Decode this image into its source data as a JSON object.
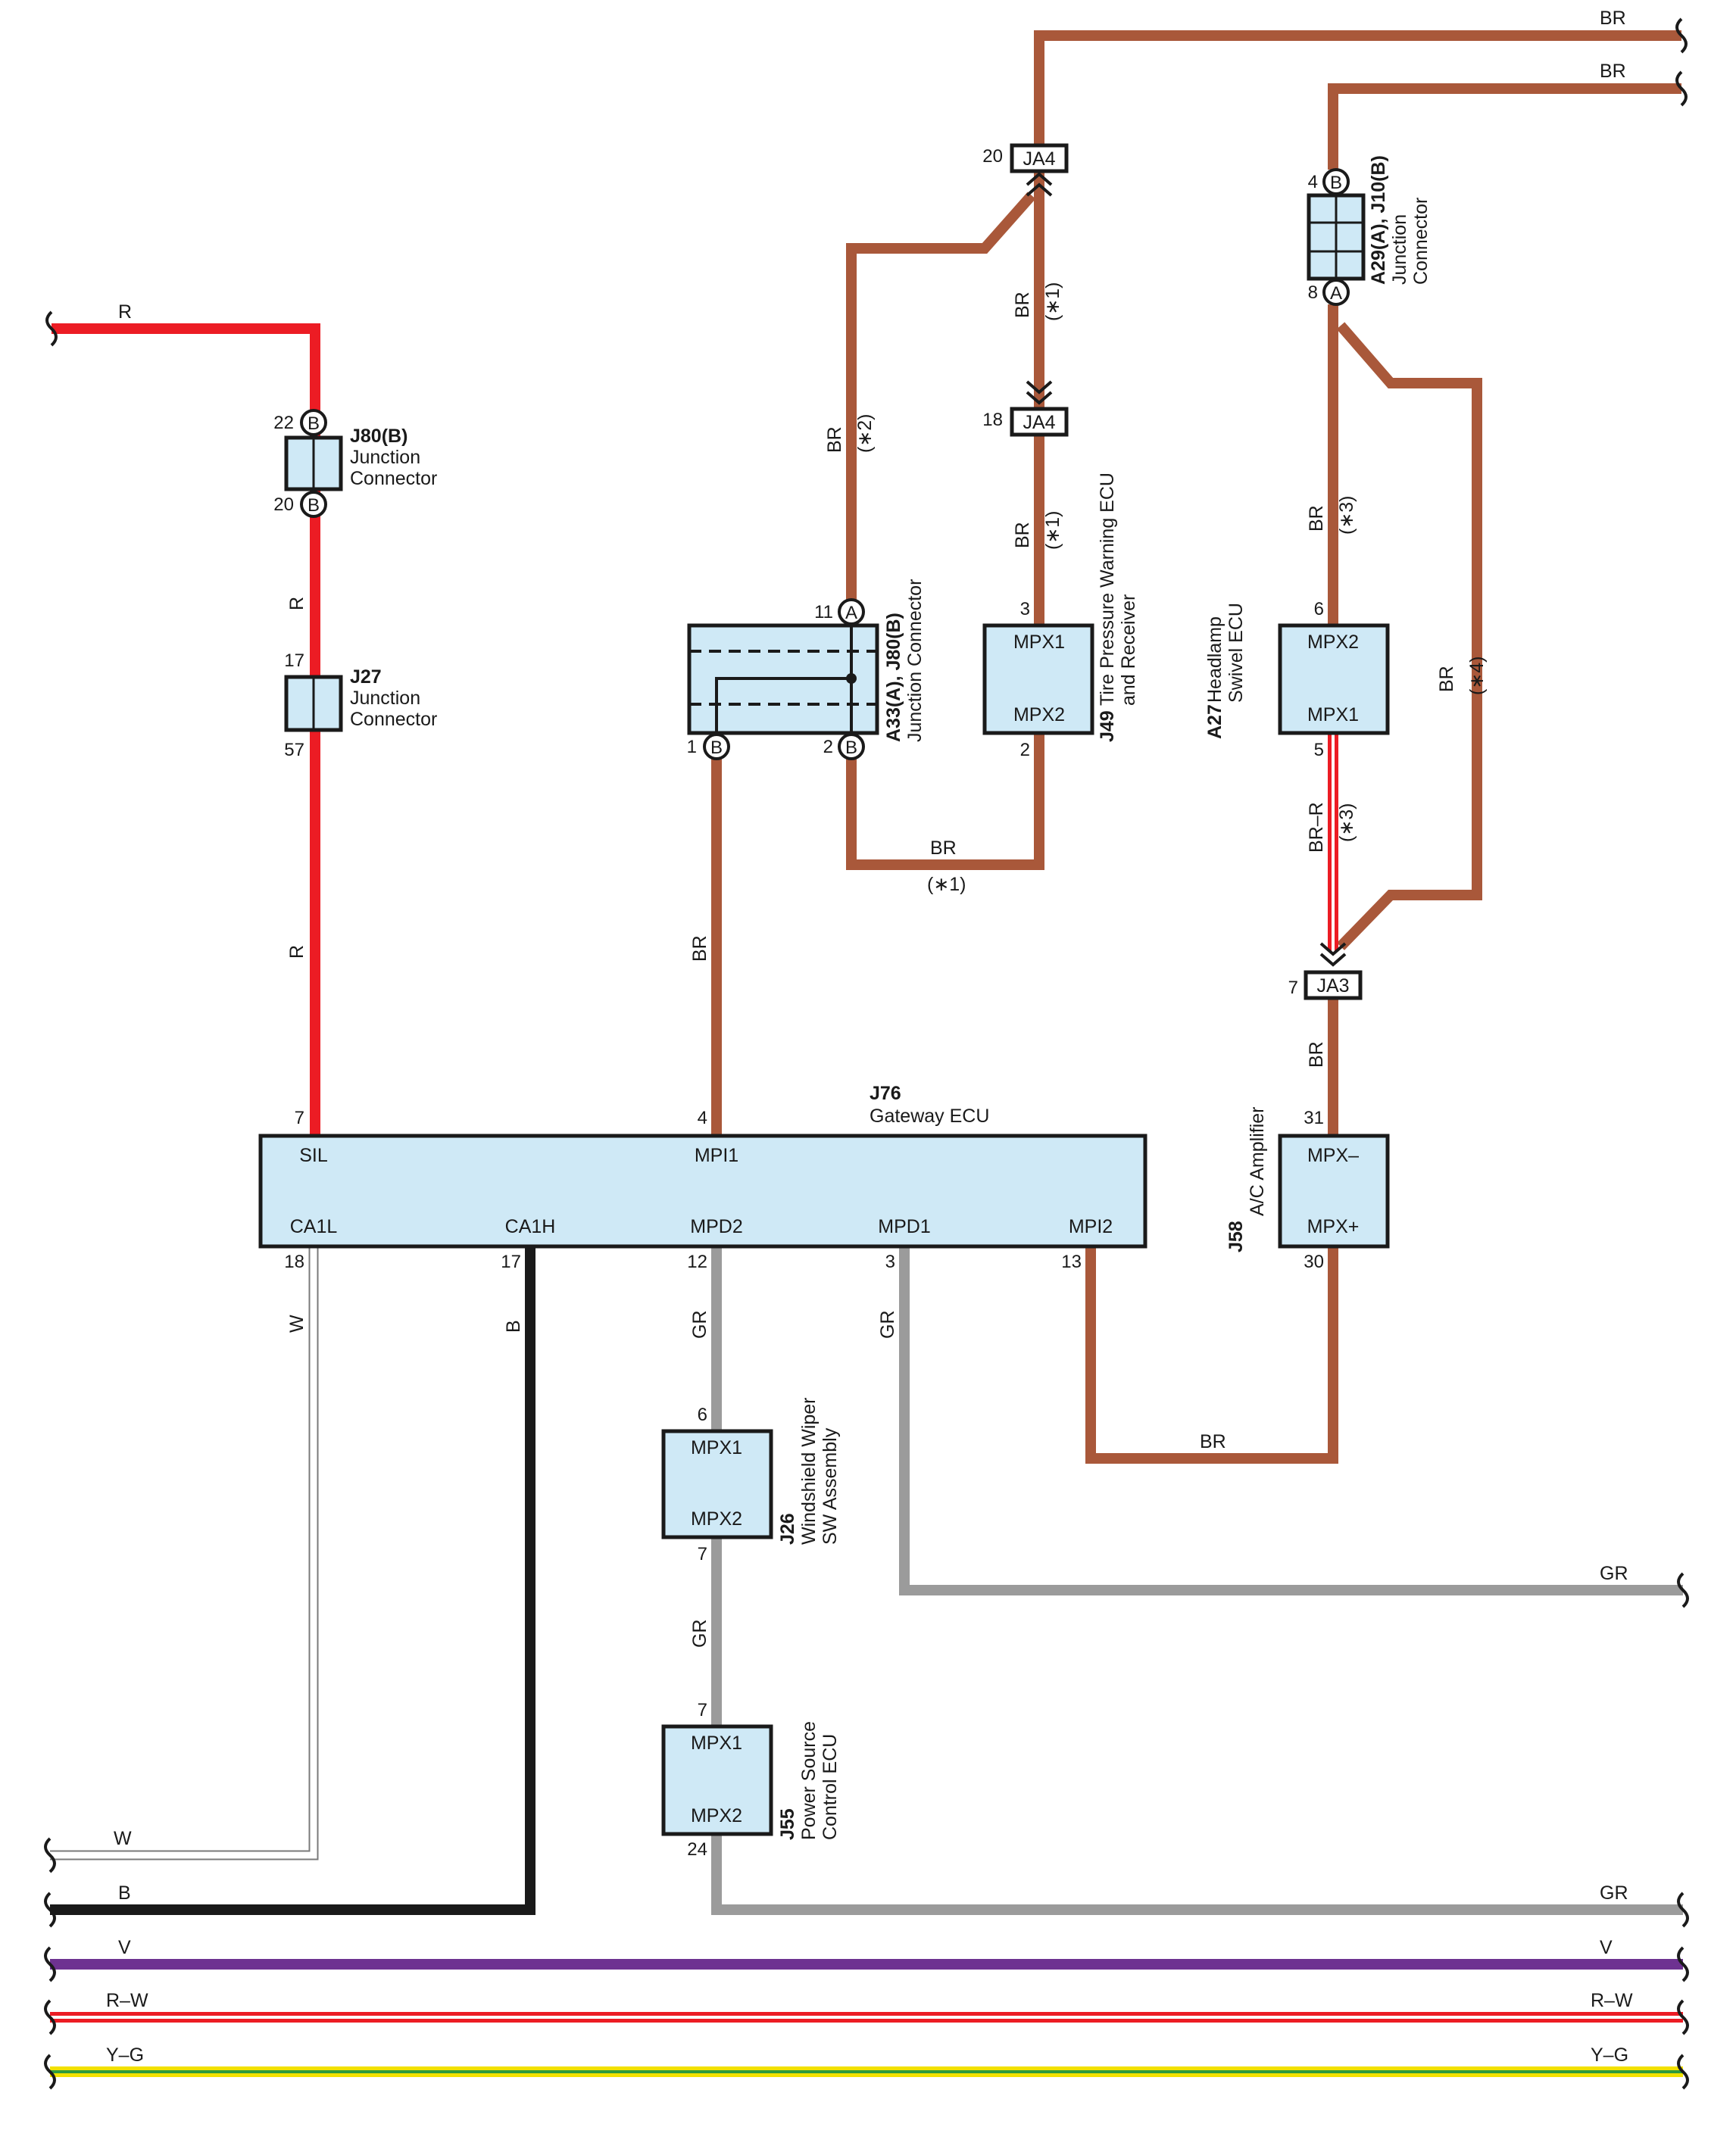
{
  "colors": {
    "BR": "#a9583a",
    "R": "#ec1c24",
    "B": "#1a1a1a",
    "GR": "#9b9b9b",
    "V": "#6e3291",
    "R-W": "#ec1c24",
    "Y-G": "#f2e100",
    "box_fill": "#cfe9f6"
  },
  "wire_labels": {
    "br": "BR",
    "r": "R",
    "w": "W",
    "b": "B",
    "gr": "GR",
    "v": "V",
    "rw": "R–W",
    "yg": "Y–G",
    "brr": "BR–R"
  },
  "notes": {
    "n1": "(∗1)",
    "n2": "(∗2)",
    "n3": "(∗3)",
    "n4": "(∗4)"
  },
  "pins": {
    "p20_ja4": "20",
    "p18_ja4": "18",
    "p22": "22",
    "p20": "20",
    "p17": "17",
    "p57": "57",
    "p11": "11",
    "p1": "1",
    "p2": "2",
    "p3": "3",
    "p2b": "2",
    "p4a": "4",
    "p8": "8",
    "p6": "6",
    "p5": "5",
    "p7_ja3": "7",
    "p31": "31",
    "p30": "30",
    "p7_sil": "7",
    "p4_mpi1": "4",
    "p18": "18",
    "p17b": "17",
    "p12": "12",
    "p3b": "3",
    "p13": "13",
    "p6b": "6",
    "p7b": "7",
    "p7c": "7",
    "p24": "24"
  },
  "connectors": {
    "ja4": "JA4",
    "ja3": "JA3",
    "terminal_a": "A",
    "terminal_b": "B",
    "j80b": {
      "code": "J80(B)",
      "desc1": "Junction",
      "desc2": "Connector"
    },
    "j27": {
      "code": "J27",
      "desc1": "Junction",
      "desc2": "Connector"
    },
    "a33": {
      "code": "A33(A), J80(B)",
      "desc1": "Junction Connector"
    },
    "a29": {
      "code": "A29(A), J10(B)",
      "desc1": "Junction",
      "desc2": "Connector"
    }
  },
  "components": {
    "j76": {
      "code": "J76",
      "name": "Gateway ECU",
      "t_sil": "SIL",
      "t_mpi1": "MPI1",
      "t_ca1l": "CA1L",
      "t_ca1h": "CA1H",
      "t_mpd2": "MPD2",
      "t_mpd1": "MPD1",
      "t_mpi2": "MPI2"
    },
    "j49": {
      "code": "J49",
      "name1": "Tire Pressure Warning ECU",
      "name2": "and Receiver",
      "t1": "MPX1",
      "t2": "MPX2"
    },
    "a27": {
      "code": "A27",
      "name1": "Headlamp",
      "name2": "Swivel ECU",
      "t1": "MPX2",
      "t2": "MPX1"
    },
    "j58": {
      "code": "J58",
      "name1": "A/C Amplifier",
      "t1": "MPX–",
      "t2": "MPX+"
    },
    "j26": {
      "code": "J26",
      "name1": "Windshield Wiper",
      "name2": "SW Assembly",
      "t1": "MPX1",
      "t2": "MPX2"
    },
    "j55": {
      "code": "J55",
      "name1": "Power Source",
      "name2": "Control ECU",
      "t1": "MPX1",
      "t2": "MPX2"
    }
  }
}
